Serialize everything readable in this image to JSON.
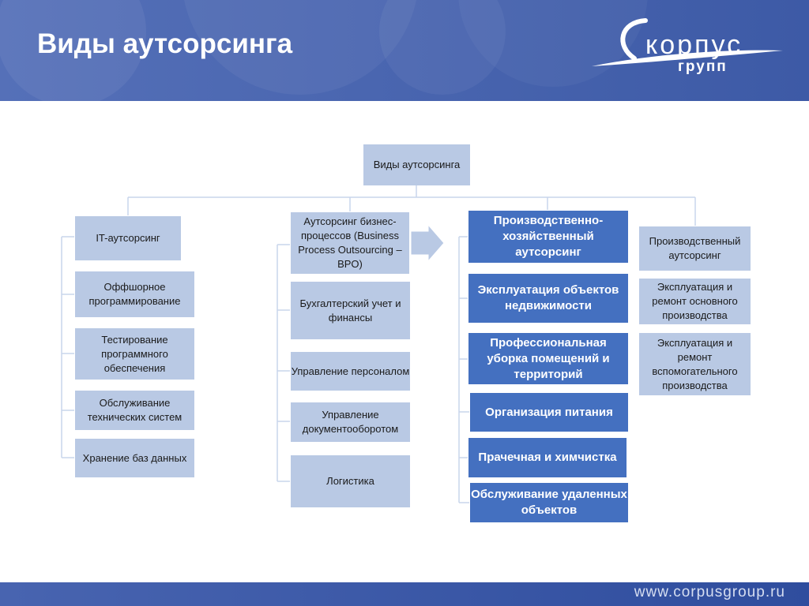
{
  "header": {
    "title": "Виды аутсорсинга",
    "logo": {
      "word": "корпус",
      "sub": "групп"
    }
  },
  "footer": {
    "url": "www.corpusgroup.ru"
  },
  "colors": {
    "header_bg": "#4a66b0",
    "box_light": "#b9c9e4",
    "box_dark": "#4470c0",
    "connector": "#c9d6ec"
  },
  "diagram": {
    "root": "Виды аутсорсинга",
    "it": {
      "label": "IT-аутсорсинг",
      "items": [
        "Оффшорное программирование",
        "Тестирование программного обеспечения",
        "Обслуживание технических систем",
        "Хранение баз данных"
      ]
    },
    "bpo": {
      "label": "Аутсорсинг бизнес-процессов (Business Process Outsourcing – BPO)",
      "items": [
        "Бухгалтерский учет и финансы",
        "Управление персоналом",
        "Управление документооборотом",
        "Логистика"
      ]
    },
    "facility": {
      "label": "Производственно-хозяйственный аутсорсинг",
      "items": [
        "Эксплуатация объектов недвижимости",
        "Профессиональная уборка помещений и территорий",
        "Организация питания",
        "Прачечная и химчистка",
        "Обслуживание удаленных объектов"
      ]
    },
    "production": {
      "label": "Производственный аутсорсинг",
      "items": [
        "Эксплуатация и ремонт основного производства",
        "Эксплуатация и ремонт вспомогательного производства"
      ]
    }
  }
}
